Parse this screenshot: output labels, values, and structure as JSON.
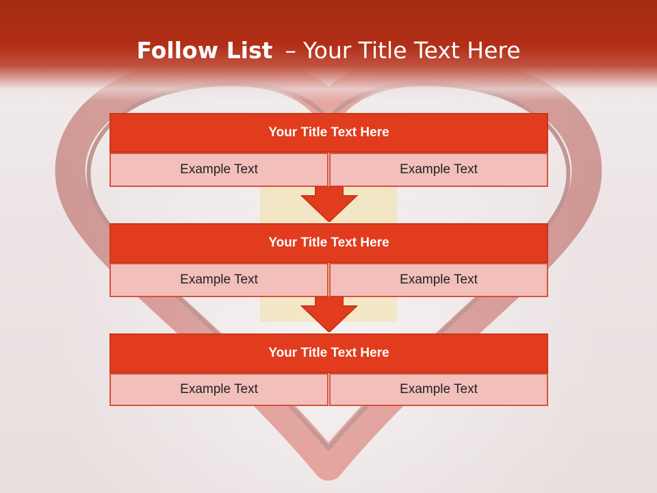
{
  "slide": {
    "title_bold": "Follow List",
    "title_sep": "–",
    "title_rest": "Your Title Text Here"
  },
  "blocks": [
    {
      "title": "Your Title Text Here",
      "left": "Example Text",
      "right": "Example Text"
    },
    {
      "title": "Your Title Text Here",
      "left": "Example Text",
      "right": "Example Text"
    },
    {
      "title": "Your Title Text Here",
      "left": "Example Text",
      "right": "Example Text"
    }
  ],
  "colors": {
    "title_bar": "#a52a12",
    "block_header": "#e23c1e",
    "cell_fill": "#f2bfbb",
    "arrow": "#e23c1e",
    "heart": "#c8201a"
  }
}
